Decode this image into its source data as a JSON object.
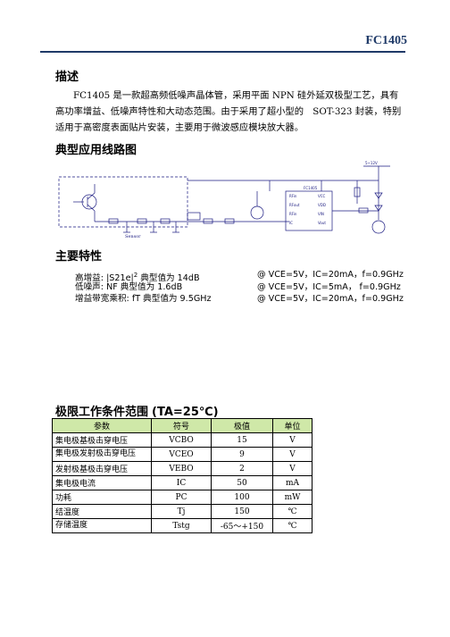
{
  "header": {
    "title": "FC1405"
  },
  "description": {
    "heading": "描述",
    "paragraph": "FC1405 是一款超高频低噪声晶体管，采用平面 NPN 硅外延双极型工艺，具有高功率增益、低噪声特性和大动态范围。由于采用了超小型的　SOT-323 封装，特别适用于高密度表面贴片安装，主要用于微波感应模块放大器。"
  },
  "circuit": {
    "heading": "典型应用线路图",
    "ic_label": "FC1405",
    "voltage_label": "5~12V",
    "sensor_label": "Sensor",
    "ic_pins_left": [
      "RFin",
      "RFout",
      "RFin",
      "IC"
    ],
    "ic_pins_right": [
      "VCC",
      "VDD",
      "VIN",
      "Vout"
    ]
  },
  "features": {
    "heading": "主要特性",
    "rows": [
      {
        "label": "高增益: |S21e|",
        "sup": "2",
        "typ": " 典型值为  14dB",
        "cond": "@ VCE=5V，IC=20mA，f=0.9GHz"
      },
      {
        "label": "低噪声:  NF  典型值为  1.6dB",
        "sup": "",
        "typ": "",
        "cond": "@ VCE=5V，IC=5mA，  f=0.9GHz"
      },
      {
        "label": "增益带宽乘积: fT  典型值为  9.5GHz",
        "sup": "",
        "typ": "",
        "cond": "@ VCE=5V，IC=20mA，f=0.9GHz"
      }
    ]
  },
  "ratings": {
    "heading": "极限工作条件范围",
    "condition": "(TA=25℃)",
    "columns": [
      "参数",
      "符号",
      "极值",
      "单位"
    ],
    "rows": [
      [
        "集电极基极击穿电压",
        "VCBO",
        "15",
        "V"
      ],
      [
        "集电极发射极击穿电压",
        "VCEO",
        "9",
        "V"
      ],
      [
        "发射极基极击穿电压",
        "VEBO",
        "2",
        "V"
      ],
      [
        "集电极电流",
        "IC",
        "50",
        "mA"
      ],
      [
        "功耗",
        "PC",
        "100",
        "mW"
      ],
      [
        "结温度",
        "Tj",
        "150",
        "℃"
      ],
      [
        "存储温度",
        "Tstg",
        "-65～+150",
        "℃"
      ]
    ]
  }
}
